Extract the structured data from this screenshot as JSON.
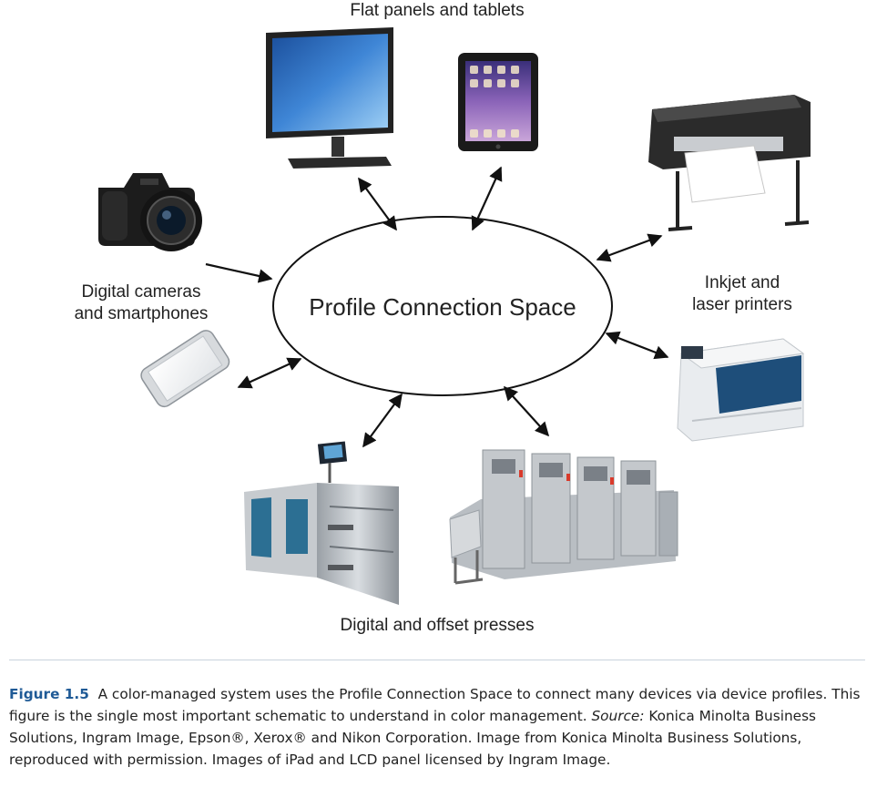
{
  "labels": {
    "top": "Flat panels and tablets",
    "left_line1": "Digital cameras",
    "left_line2": "and smartphones",
    "right_line1": "Inkjet and",
    "right_line2": "laser printers",
    "bottom": "Digital and offset presses"
  },
  "center": {
    "text": "Profile Connection Space"
  },
  "devices": {
    "monitor": "monitor-icon",
    "tablet": "tablet-icon",
    "camera": "camera-icon",
    "smartphone": "smartphone-icon",
    "inkjet_printer": "wide-format-printer-icon",
    "laser_printer": "laser-printer-icon",
    "digital_press": "digital-press-icon",
    "offset_press": "offset-press-icon"
  },
  "colors": {
    "figure_label": "#1f5a96",
    "arrow": "#111111",
    "press_blue": "#2c6f93",
    "printer_blue": "#1e4e7a"
  },
  "caption": {
    "label": "Figure 1.5",
    "text_part1": "A color-managed system uses the Profile Connection Space to connect many devices via device profiles. This figure is the single most important schematic to understand in color management.",
    "source_label": "Source:",
    "text_part2": "Konica Minolta Business Solutions, Ingram Image, Epson®, Xerox® and Nikon Corporation. Image from Konica Minolta Business Solutions, reproduced with permission. Images of iPad and LCD panel licensed by Ingram Image."
  }
}
